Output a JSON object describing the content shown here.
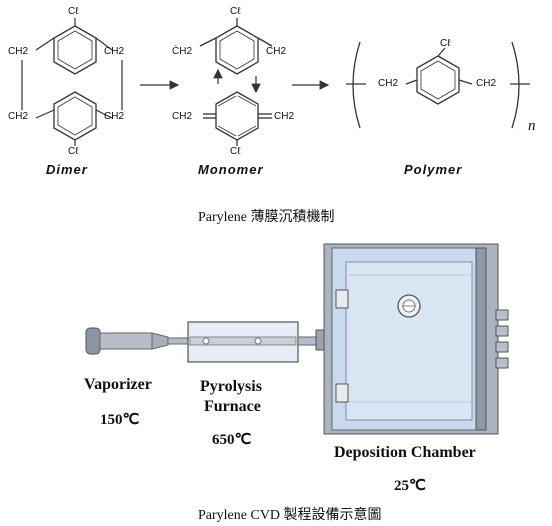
{
  "chemistry": {
    "dimer_label": "Dimer",
    "monomer_label": "Monomer",
    "polymer_label": "Polymer",
    "ch2": "CH2",
    "ch2_radical": "ĊH2",
    "chlorine": "Cℓ",
    "polymer_index": "n",
    "caption": "Parylene  薄膜沉積機制"
  },
  "equipment": {
    "vaporizer": "Vaporizer",
    "vaporizer_temp": "150℃",
    "pyrolysis_line1": "Pyrolysis",
    "pyrolysis_line2": "Furnace",
    "pyrolysis_temp": "650℃",
    "deposition": "Deposition Chamber",
    "deposition_temp": "25℃",
    "caption": "Parylene CVD  製程設備示意圖"
  },
  "colors": {
    "chamber_blue": "#c9d9ee",
    "steel": "#b8c0cc",
    "line": "#444444"
  }
}
